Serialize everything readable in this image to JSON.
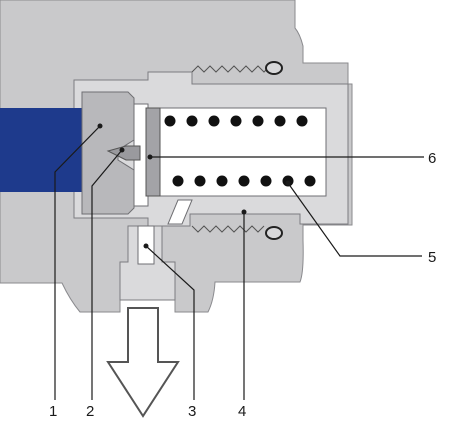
{
  "diagram": {
    "callouts": [
      {
        "id": "1",
        "label": "1"
      },
      {
        "id": "2",
        "label": "2"
      },
      {
        "id": "3",
        "label": "3"
      },
      {
        "id": "4",
        "label": "4"
      },
      {
        "id": "5",
        "label": "5"
      },
      {
        "id": "6",
        "label": "6"
      }
    ],
    "colors": {
      "housing": "#c9c9cb",
      "housing_light": "#e4e4e6",
      "cavity": "#ffffff",
      "inlet": "#1e3a8c",
      "spring_coil": "#111111",
      "line": "#1a1a1a"
    }
  }
}
